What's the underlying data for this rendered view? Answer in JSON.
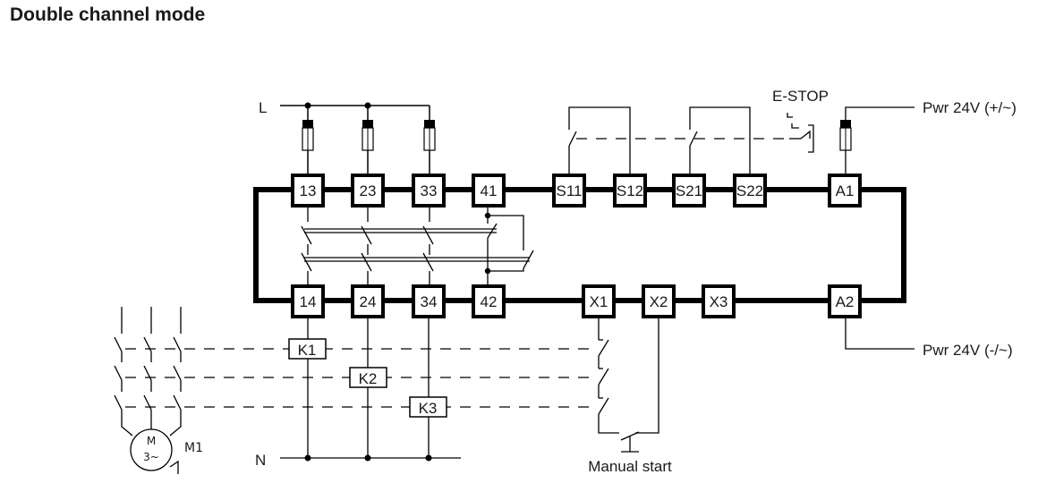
{
  "title": "Double channel mode",
  "supply": {
    "line": "L",
    "neutral": "N",
    "power_plus": "Pwr 24V (+/~)",
    "power_minus": "Pwr 24V (-/~)"
  },
  "terminals": {
    "top_row": [
      "13",
      "23",
      "33",
      "41",
      "S11",
      "S12",
      "S21",
      "S22",
      "A1"
    ],
    "bottom_row": [
      "14",
      "24",
      "34",
      "42",
      "X1",
      "X2",
      "X3",
      "A2"
    ]
  },
  "contactors": [
    "K1",
    "K2",
    "K3"
  ],
  "estop_label": "E-STOP",
  "manual_start_label": "Manual start",
  "motor": {
    "symbol_top": "M",
    "symbol_bottom": "3~",
    "name": "M1"
  }
}
